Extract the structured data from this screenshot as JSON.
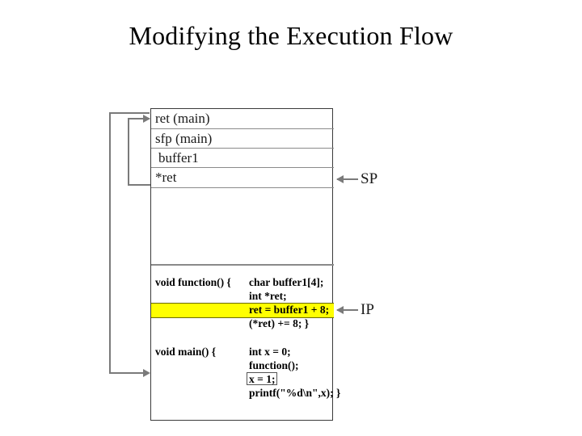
{
  "slide": {
    "title": "Modifying the Execution Flow"
  },
  "colors": {
    "highlight": "#FFFF00",
    "box_border": "#3a3a3a",
    "cell_border": "#8a8a8a",
    "arrow": "#7a7a7a",
    "text": "#000000",
    "background": "#ffffff"
  },
  "stack": {
    "cells": [
      {
        "label": "ret (main)"
      },
      {
        "label": "sfp (main)"
      },
      {
        "label": "buffer1"
      },
      {
        "label": "*ret"
      }
    ]
  },
  "registers": [
    {
      "name": "SP",
      "label": "SP",
      "points_to": "*ret"
    },
    {
      "name": "IP",
      "label": "IP",
      "points_to": "ret = buffer1 + 8;"
    }
  ],
  "code": {
    "function_block": {
      "header": "void function() {",
      "lines": [
        {
          "text": "char buffer1[4];",
          "highlighted": false,
          "boxed": false
        },
        {
          "text": "int *ret;",
          "highlighted": false,
          "boxed": false
        },
        {
          "text": "ret = buffer1 + 8;",
          "highlighted": true,
          "boxed": false
        },
        {
          "text": "(*ret) += 8; }",
          "highlighted": false,
          "boxed": false
        }
      ]
    },
    "main_block": {
      "header": "void main() {",
      "lines": [
        {
          "text": "int x = 0;",
          "highlighted": false,
          "boxed": false
        },
        {
          "text": "function();",
          "highlighted": false,
          "boxed": false
        },
        {
          "text": "x = 1;",
          "highlighted": false,
          "boxed": true
        },
        {
          "text": "printf(\"%d\\n\",x); }",
          "highlighted": false,
          "boxed": false
        }
      ]
    }
  },
  "connectors": [
    {
      "name": "return-address-to-main",
      "from": "ret (main)",
      "to": "void main() block"
    },
    {
      "name": "star-ret-to-return-address",
      "from": "*ret",
      "to": "ret (main)"
    }
  ]
}
